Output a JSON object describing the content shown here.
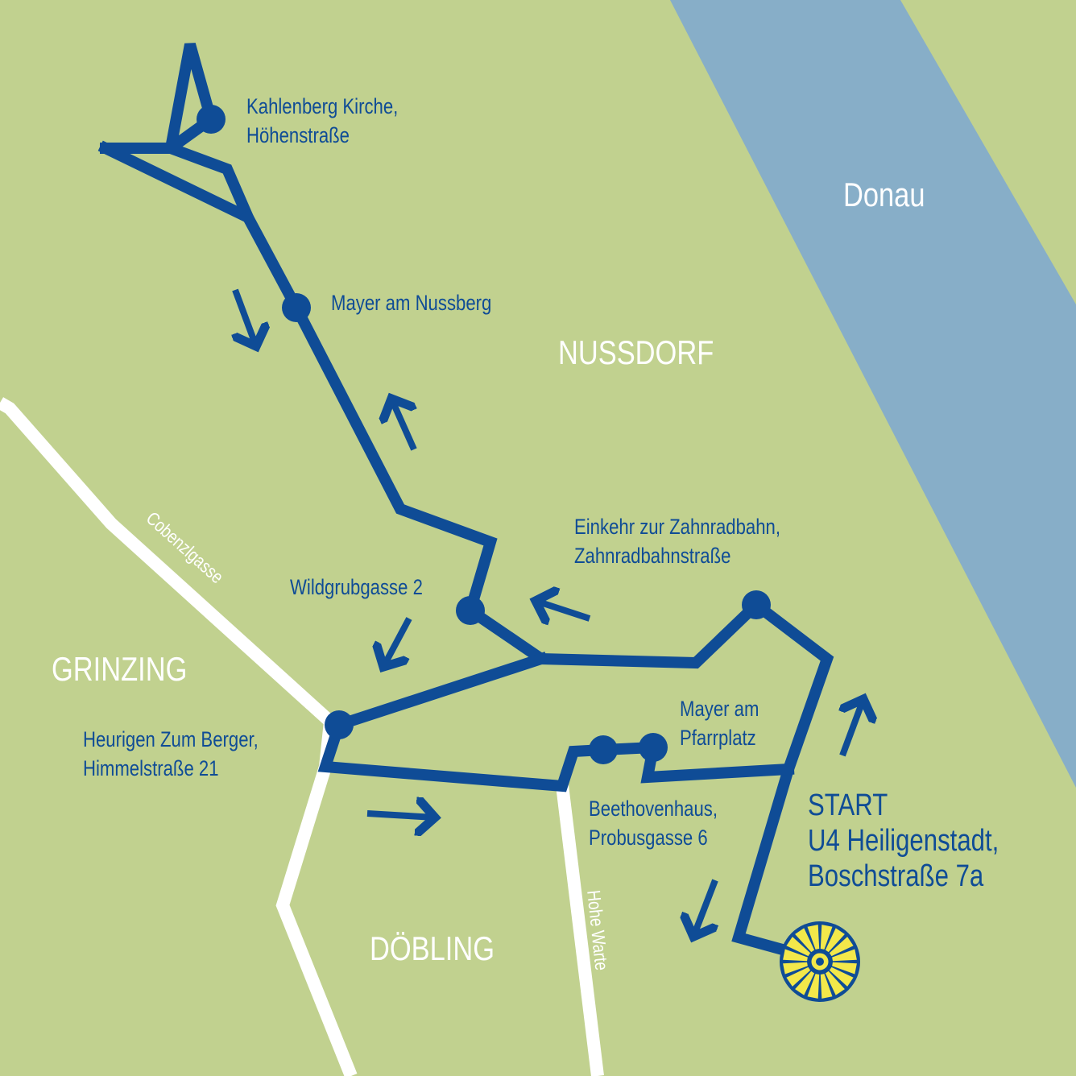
{
  "colors": {
    "land": "#c1d18f",
    "river": "#87aec8",
    "route": "#0f4c96",
    "road": "#ffffff",
    "start_marker": "#f3e84a"
  },
  "river": {
    "name": "Donau"
  },
  "districts": {
    "nussdorf": "NUSSDORF",
    "grinzing": "GRINZING",
    "doebling": "DÖBLING"
  },
  "streets": {
    "cobenzlgasse": "Cobenzlgasse",
    "hohe_warte": "Hohe Warte"
  },
  "stops": {
    "kahlenberg": {
      "line1": "Kahlenberg Kirche,",
      "line2": "Höhenstraße"
    },
    "mayer_nussberg": {
      "line1": "Mayer am Nussberg"
    },
    "einkehr": {
      "line1": "Einkehr zur Zahnradbahn,",
      "line2": "Zahnradbahnstraße"
    },
    "wildgrubgasse": {
      "line1": "Wildgrubgasse 2"
    },
    "heurigen": {
      "line1": "Heurigen Zum Berger,",
      "line2": "Himmelstraße 21"
    },
    "mayer_pfarrplatz": {
      "line1": "Mayer am",
      "line2": "Pfarrplatz"
    },
    "beethovenhaus": {
      "line1": "Beethovenhaus,",
      "line2": "Probusgasse 6"
    }
  },
  "start": {
    "line1": "START",
    "line2": "U4 Heiligenstadt,",
    "line3": "Boschstraße 7a",
    "icon": "sun-start-icon"
  }
}
